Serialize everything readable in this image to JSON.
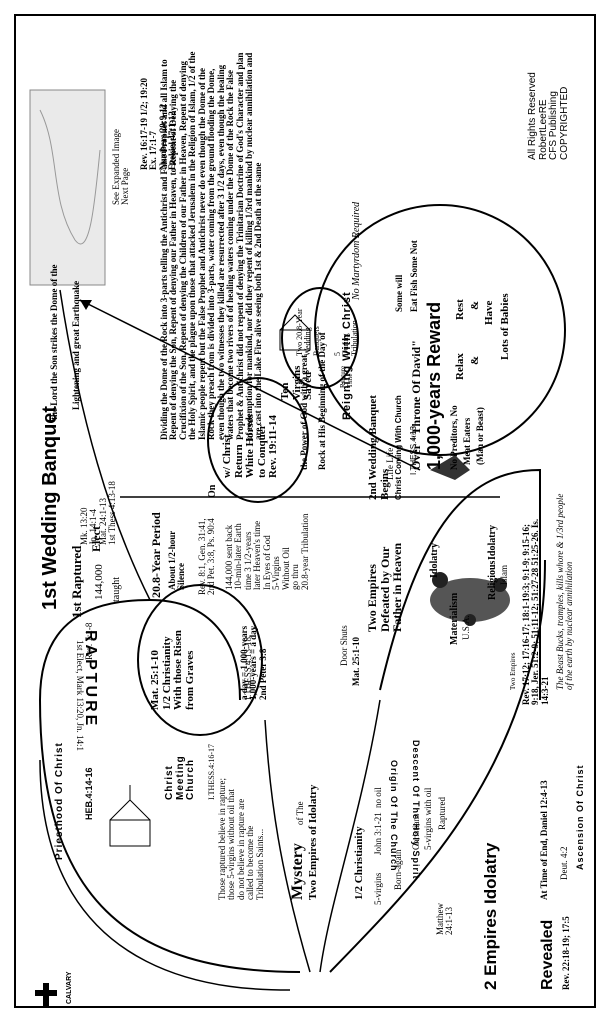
{
  "title": "1st Wedding Banquet",
  "rights": {
    "line1": "All Rights Reserved",
    "line2": "RobertLeeRE",
    "line3": "CFS Publishing",
    "line4": "COPYRIGHTED"
  },
  "expanded_note": {
    "line1": "See Expanded Image",
    "line2": "Next Page"
  },
  "top_refs": {
    "r1": "Rev. 16:17-19 1/2; 19:20",
    "r2": "Ex. 17:1-7",
    "r3": "Numbers 20:9-12",
    "r4": "Ezekiel 47:1-12"
  },
  "dome_paragraph": "Dividing the Dome of the Rock into 3-parts telling the Antichrist and False Prophet and all Islam to Repent of denying the Son, Repent of denying our Father in Heaven, to Repent of Denying the Crucifixion of the Son, Repent of denying the Children of our Father in Heaven, Repent of denying the Holy Spirit, and the plague upon those that attacked Jerusalem in the Religion of Islam, 1/2 of the Islamic people repent but the False Prophet and Antichrist never do even though the Dome of the Rock they preach from is divided into 3-parts, water coming from the ground flooding the Dome, even though the two witnesses they killed are resurrected after 3 1/2 days, even though the healing waters that become two rivers of of healing waters coming under the Dome of the Rock the False Prophet & Antichrist did not repent of denying the Trinitarian Doctrine of God's Character and plan of redemption for mankind, nor did they repent of killing 1/3rd mankind by nuclear annihilation and are cast into the Lake Fire alive seeing both 1st & 2nd Death at the same",
  "earthquake": "the Lord the Son strikes the Dome of the",
  "lightening": "Lightening and great Earthquake",
  "rock_life": "Rock at His Beginning of the Day of",
  "power": "the Power of God with a great",
  "life": "Life Life",
  "reigning": "Reigning With Christ",
  "martyrdom": "No Martyrdom Required",
  "throne": "Over \"Throne Of David\"",
  "reward": "1,000-years Reward",
  "reward_items": {
    "some_will": "Some will",
    "eat_fish": "Eat Fish Some Not",
    "relax": "Relax",
    "amp1": "&",
    "rest": "Rest",
    "amp2": "&",
    "have": "Have",
    "babies": "Lots of Babies",
    "no_pred": "No Preditors, No",
    "meat": "Meat Eaters",
    "man_beast": "(Man or Beast)"
  },
  "ten_virgins": {
    "l1": "Ten",
    "l2": "Virgins",
    "l3": "Saved",
    "two_year": "Two 20.8-Year",
    "wedding": "Wedding",
    "banquets": "Banquets",
    "five": "5",
    "during": "During",
    "tribulation": "Tribulation",
    "rapture": "Rapture",
    "time": "Time"
  },
  "second_banquet": {
    "l1": "2nd Wedding Banquet",
    "l2": "Begins"
  },
  "christ_coming": "Christ Coming With Church",
  "thess_413": "I.THESS.4:13",
  "white_horses": {
    "w": "w/ Christ",
    "return": "Return",
    "on": "On",
    "white": "White Horses",
    "conquer": "to Conquer",
    "ref": "Rev. 19:11-14"
  },
  "first_raptured": {
    "heading": "1st Raptured",
    "elect": "Elect",
    "count": "144,000",
    "taught": "taught",
    "rev": "Rev. 7:1-8"
  },
  "mk_refs": {
    "r1": "Mk. 13:20",
    "r2": "Jn. 14:1-4",
    "r3": "Mat. 24:1-13",
    "r4": "1st Thess 4:13-18"
  },
  "period": {
    "heading": "20.8-Year Period",
    "about": "About 1/2-hour",
    "silence": "Silence",
    "refs1": "Rev. 8:1, Gen. 31:41,",
    "refs2": "2nd Pet. 3:8, Ps. 90:4",
    "sent": "144,000 sent back",
    "later": "10-min-later Earth",
    "time": "time 3 1/2-years",
    "heaven": "later Heaven's time",
    "eyes": "In Eyes of God",
    "five": "5-Virgins",
    "without": "Without Oil",
    "go": "go thru",
    "trib": "20.8-year Tribulation"
  },
  "day_years": {
    "l1": "a day = 1,000-years",
    "l2": "1,000-years = a day",
    "l3": "2nd Peter 3:8"
  },
  "door_shuts": "Door Shuts",
  "mat_2510": "Mat. 25:1-10",
  "two_empires_defeated": {
    "l1": "Two Empires",
    "l2": "Defeated by Our",
    "l3": "Father in Heaven"
  },
  "beast_labels": {
    "materialism": "Materialism",
    "usa": "U.S.A.",
    "idolatry1": "Idolatry",
    "religious": "Religious",
    "islam": "Islam",
    "idolatry2": "Idolatry",
    "two_empires": "Two Empires"
  },
  "bottom_refs": {
    "l1": "Rev. 17:12; 17:16-17; 18:1-19:3; 9:1-9; 9:15-16;",
    "l2": "9:18, Jer. 51:2-9; 51:11-12; 51:27-28 51:25-26. Is.",
    "l3": "14:3-21",
    "nuclear": "The Beast Bucks, tramples, kills whore & 1/3rd people",
    "nuclear2": "of the earth by nuclear annihilation"
  },
  "rapture_circle": {
    "mat": "Mat. 25:1-10",
    "half": "1/2 Christianity",
    "with": "With those Risen",
    "from": "from Graves",
    "thess": "I.THESS.4:13-18"
  },
  "rapture_word": "RAPTURE",
  "first_elect": "1st Elect, Mark 13:20, Jn. 14:1",
  "christ_meeting": {
    "l1": "Christ",
    "l2": "Meeting",
    "l3": "Church",
    "ref": "I.THESS.4:16-17"
  },
  "those_raptured": {
    "l1": "Those raptured believe in rapture;",
    "l2": "those 5-virgins without oil that",
    "l3": "do not believe in rapture are",
    "l4": "called to become the",
    "l5": "Tribulation Saints..."
  },
  "priesthood": {
    "l1": "Priesthood Of Christ",
    "l2": "HEB.4:14-16"
  },
  "mystery": {
    "mystery": "Mystery",
    "of_the": "of The",
    "two_empires": "Two Empires of Idolatry"
  },
  "half_christianity": {
    "heading": "1/2 Christianity",
    "five": "5-virgins",
    "john": "John 3:1-21",
    "no_oil": "no oil",
    "born": "Born-again",
    "christians": "Christians",
    "virgins_oil": "5-virgins with oil",
    "raptured": "Raptured"
  },
  "matthew": {
    "l1": "Matthew",
    "l2": "24:1-13"
  },
  "two_empires_idolatry": "2 Empires Idolatry",
  "revealed": "Revealed",
  "time_of_end": "At Time of End, Daniel 12:4-13",
  "deut": "Deut. 4:2",
  "rev_22": "Rev. 22:18-19; 17:5",
  "origin_church": "Origin Of The Church",
  "descent_spirit": "Descent Of The Holy Spirit",
  "ascension": "Ascension Of Christ",
  "calvary": "CALVARY"
}
